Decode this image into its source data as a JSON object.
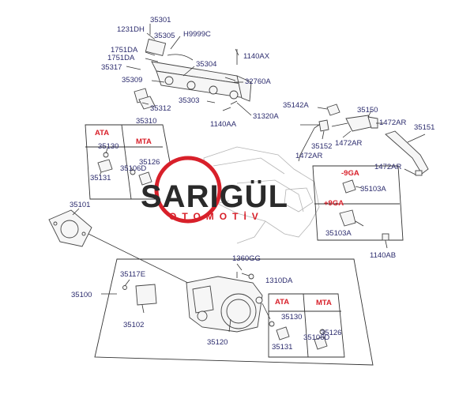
{
  "logo": {
    "name": "SARIGÜL",
    "subtitle": "OTOMOTİV",
    "brand_red": "#d8202a",
    "brand_dark": "#2a2a2a"
  },
  "labels": {
    "l35301": "35301",
    "l1231DH": "1231DH",
    "l35305": "35305",
    "lH9999C": "H9999C",
    "l1751DA_a": "1751DA",
    "l1751DA_b": "1751DA",
    "l35317": "35317",
    "l35304": "35304",
    "l1140AX": "1140AX",
    "l32760A": "32760A",
    "l35309": "35309",
    "l35303": "35303",
    "l35312": "35312",
    "l35310": "35310",
    "l1140AA": "1140AA",
    "l31320A": "31320A",
    "l35142A": "35142A",
    "l35150": "35150",
    "l1472AR_a": "1472AR",
    "l35151": "35151",
    "l1472AR_b": "1472AR",
    "l35152": "35152",
    "l1472AR_c": "1472AR",
    "l1472AR_d": "1472AR",
    "lATA_top": "ATA",
    "lMTA_top": "MTA",
    "l35130_top": "35130",
    "l35126_top": "35126",
    "l35106D_top": "35106D",
    "l35131_top": "35131",
    "l9GA_minus": "-9GA",
    "l35103A_a": "35103A",
    "l9GA_plus": "+9GA",
    "l35103A_b": "35103A",
    "l1140AB": "1140AB",
    "l35101": "35101",
    "l1360GG": "1360GG",
    "l1310DA": "1310DA",
    "l35100": "35100",
    "l35117E": "35117E",
    "l35102": "35102",
    "lATA_bot": "ATA",
    "lMTA_bot": "MTA",
    "l35130_bot": "35130",
    "l35126_bot": "35126",
    "l35106D_bot": "35106D",
    "l35131_bot": "35131",
    "l35120": "35120"
  }
}
